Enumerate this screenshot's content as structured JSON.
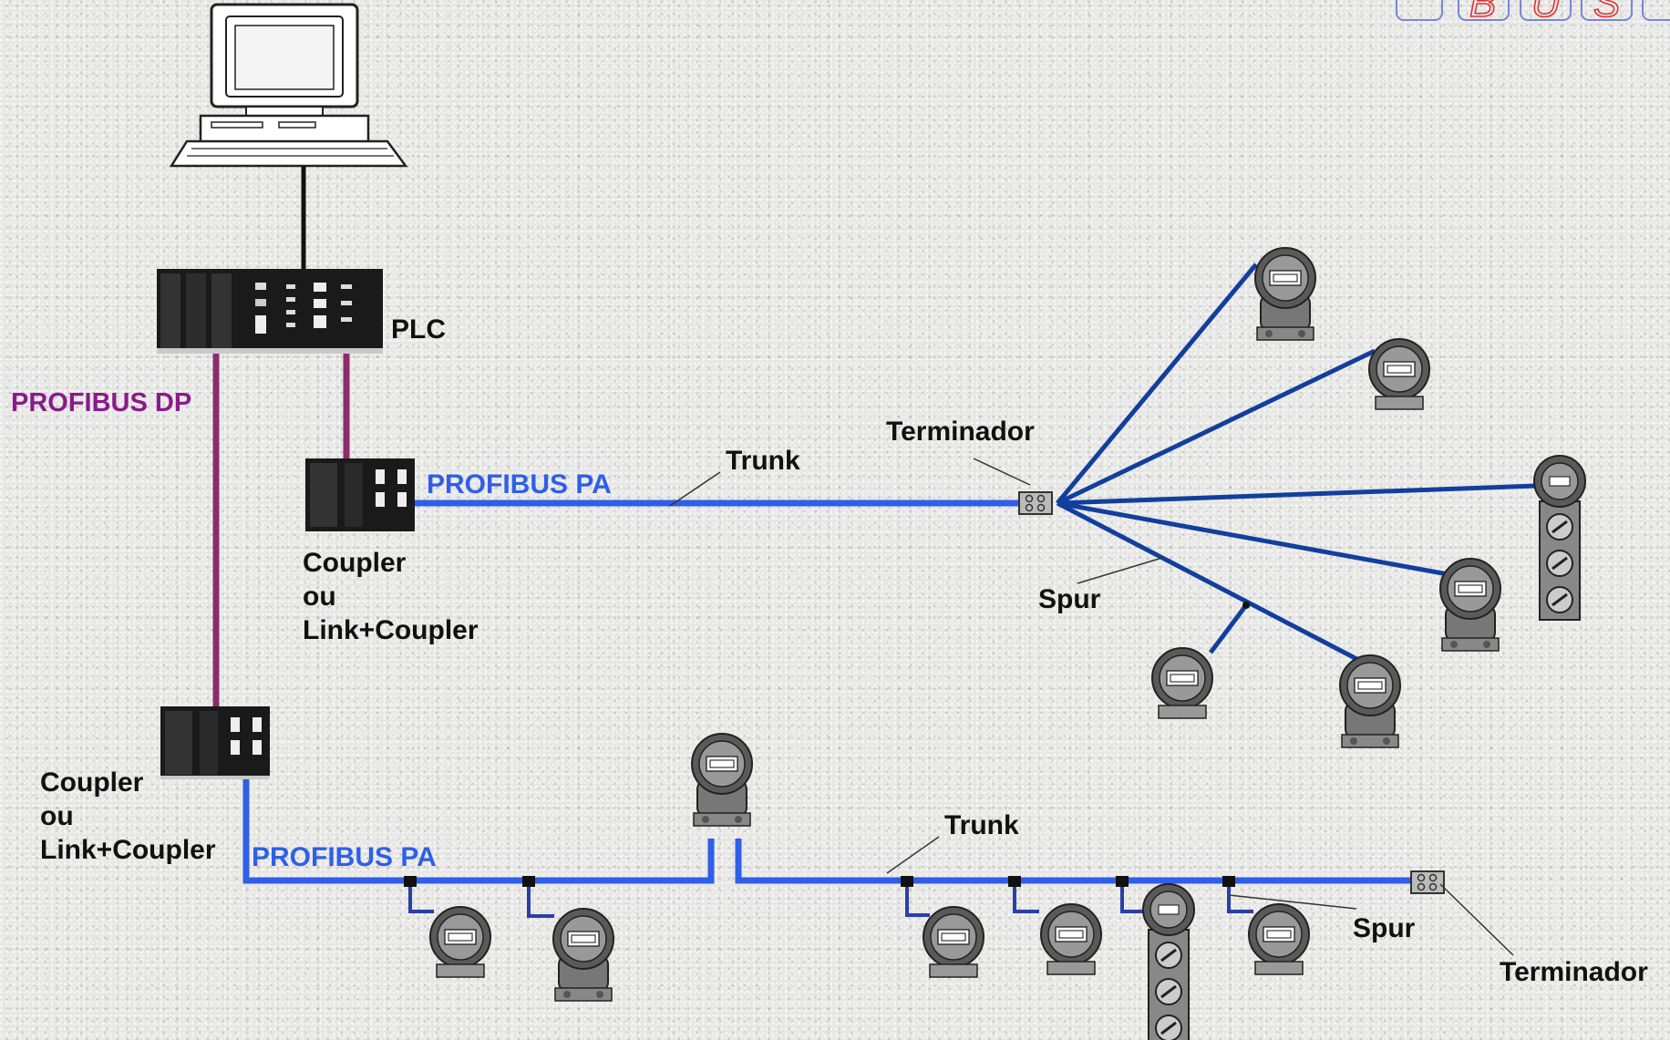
{
  "logo_letters": [
    "B",
    "U",
    "S"
  ],
  "labels": {
    "plc": "PLC",
    "profibus_dp": "PROFIBUS DP",
    "profibus_pa_top": "PROFIBUS PA",
    "profibus_pa_bottom": "PROFIBUS PA",
    "coupler_top": [
      "Coupler",
      "ou",
      "Link+Coupler"
    ],
    "coupler_bottom": [
      "Coupler",
      "ou",
      "Link+Coupler"
    ],
    "trunk_top": "Trunk",
    "trunk_bottom": "Trunk",
    "terminador_top": "Terminador",
    "terminador_bottom": "Terminador",
    "spur_top": "Spur",
    "spur_bottom": "Spur"
  },
  "colors": {
    "profibus_dp": "#8b1a8b",
    "profibus_pa": "#2f5fe8",
    "spur_line": "#123f9e",
    "text": "#111111"
  }
}
